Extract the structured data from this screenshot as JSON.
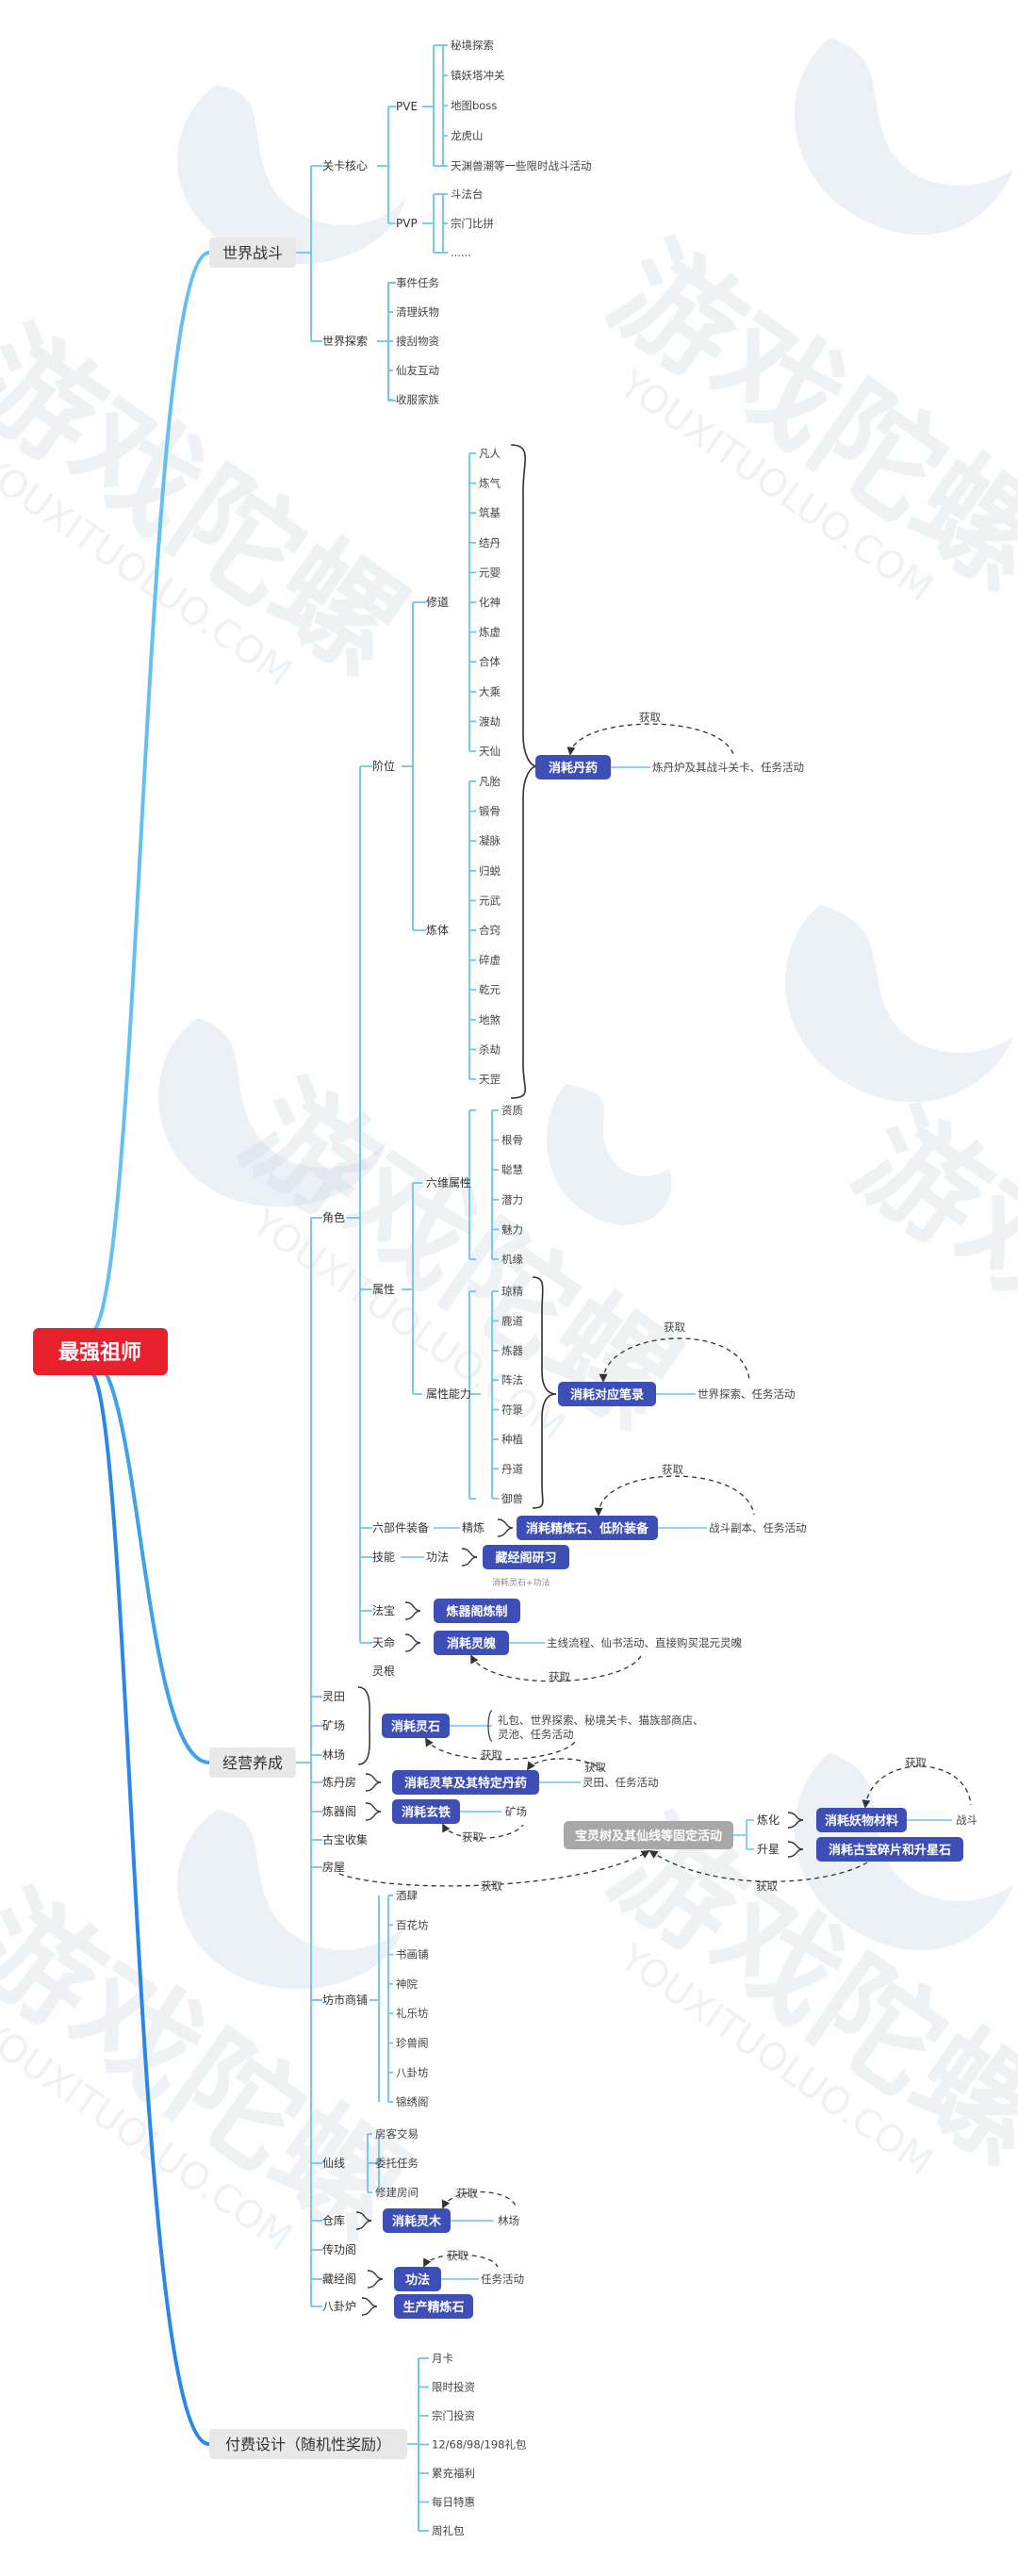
{
  "root": "最强祖师",
  "branches": {
    "world": "世界战斗",
    "business": "经营养成",
    "pay": "付费设计（随机性奖励）"
  },
  "world": {
    "core": "关卡核心",
    "pve": "PVE",
    "pve_items": [
      "秘境探索",
      "镇妖塔冲关",
      "地图boss",
      "龙虎山",
      "天渊兽潮等一些限时战斗活动"
    ],
    "pvp": "PVP",
    "pvp_items": [
      "斗法台",
      "宗门比拼",
      "......"
    ],
    "explore": "世界探索",
    "explore_items": [
      "事件任务",
      "清理妖物",
      "搜刮物资",
      "仙友互动",
      "收服家族"
    ]
  },
  "role": {
    "label": "角色",
    "stage": "阶位",
    "xiudao": "修道",
    "xiudao_items": [
      "凡人",
      "炼气",
      "筑基",
      "结丹",
      "元婴",
      "化神",
      "炼虚",
      "合体",
      "大乘",
      "渡劫",
      "天仙"
    ],
    "lianti": "炼体",
    "lianti_items": [
      "凡胎",
      "锻骨",
      "凝脉",
      "归蜕",
      "元武",
      "合窍",
      "碎虚",
      "乾元",
      "地煞",
      "杀劫",
      "天罡"
    ],
    "stage_cost": "消耗丹药",
    "stage_source": "炼丹炉及其战斗关卡、任务活动",
    "get": "获取",
    "attr": "属性",
    "six": "六维属性",
    "six_items": [
      "资质",
      "根骨",
      "聪慧",
      "潜力",
      "魅力",
      "机缘"
    ],
    "ability": "属性能力",
    "ability_items": [
      "琼精",
      "鹿道",
      "炼器",
      "阵法",
      "符箓",
      "种植",
      "丹道",
      "御兽"
    ],
    "ability_cost": "消耗对应笔录",
    "ability_source": "世界探索、任务活动",
    "six_equip": "六部件装备",
    "refine": "精炼",
    "equip_cost": "消耗精炼石、低阶装备",
    "equip_source": "战斗副本、任务活动",
    "skill": "技能",
    "gongfa": "功法",
    "skill_cost": "藏经阁研习",
    "skill_note": "消耗灵石+功法",
    "fabao": "法宝",
    "fabao_cost": "炼器阁炼制",
    "tianming": "天命",
    "tianming_cost": "消耗灵魄",
    "tianming_source": "主线流程、仙书活动、直接购买混元灵魄",
    "lingen": "灵根"
  },
  "business": {
    "lingtian": "灵田",
    "kuangchang": "矿场",
    "linchang": "林场",
    "stone_cost": "消耗灵石",
    "stone_source": "礼包、世界探索、秘境关卡、猫族部商店、灵池、任务活动",
    "liandanfang": "炼丹房",
    "herb_cost": "消耗灵草及其特定丹药",
    "herb_source": "灵田、任务活动",
    "lianqige": "炼器阁",
    "iron_cost": "消耗玄铁",
    "kuangchang2": "矿场",
    "gubao": "古宝收集",
    "fangwu": "房屋",
    "treasure_tree": "宝灵树及其仙线等固定活动",
    "lianhua": "炼化",
    "monster_cost": "消耗妖物材料",
    "battle": "战斗",
    "shengxing": "升星",
    "frag_cost": "消耗古宝碎片和升星石",
    "market": "坊市商铺",
    "market_items": [
      "酒肆",
      "百花坊",
      "书画铺",
      "神院",
      "礼乐坊",
      "珍兽阁",
      "八卦坊",
      "锦绣阁"
    ],
    "xianxian": "仙线",
    "xianxian_items": [
      "房客交易",
      "委托任务",
      "修建房间"
    ],
    "cangku": "仓库",
    "wood_cost": "消耗灵木",
    "linchang2": "林场",
    "chuangongge": "传功阁",
    "cangjingge": "藏经阁",
    "gongfa_cost": "功法",
    "task_source": "任务活动",
    "baguazhu": "八卦炉",
    "produce": "生产精炼石"
  },
  "pay": {
    "items": [
      "月卡",
      "限时投资",
      "宗门投资",
      "12/68/98/198礼包",
      "累充福利",
      "每日特惠",
      "周礼包"
    ]
  },
  "watermark": {
    "cn": "游戏陀螺",
    "en": "YOUXITUOLUO.COM"
  }
}
